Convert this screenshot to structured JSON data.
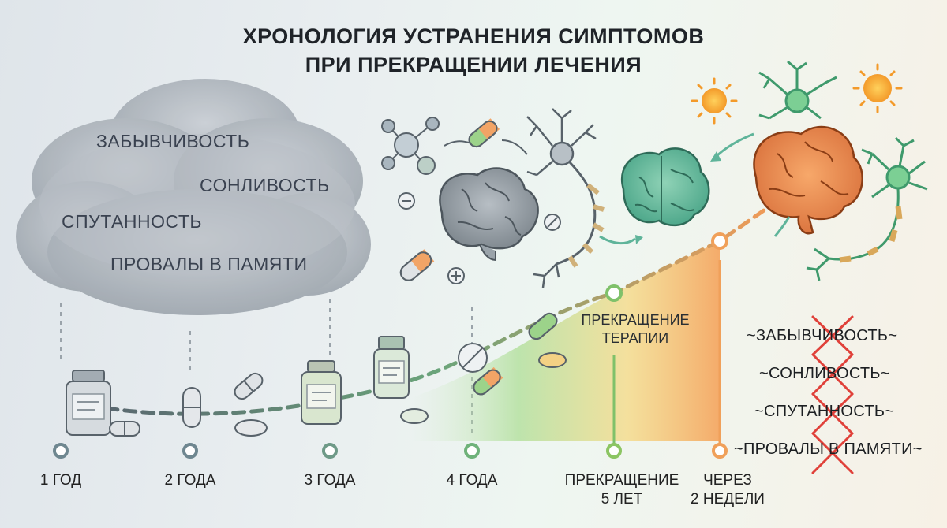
{
  "title": {
    "line1": "ХРОНОЛОГИЯ УСТРАНЕНИЯ СИМПТОМОВ",
    "line2": "ПРИ ПРЕКРАЩЕНИИ ЛЕЧЕНИЯ"
  },
  "cloud_symptoms": [
    "ЗАБЫВЧИВОСТЬ",
    "СОНЛИВОСТЬ",
    "СПУТАННОСТЬ",
    "ПРОВАЛЫ В ПАМЯТИ"
  ],
  "timeline": {
    "ticks": [
      {
        "line1": "1 ГОД",
        "line2": ""
      },
      {
        "line1": "2 ГОДА",
        "line2": ""
      },
      {
        "line1": "3 ГОДА",
        "line2": ""
      },
      {
        "line1": "4 ГОДА",
        "line2": ""
      },
      {
        "line1": "ПРЕКРАЩЕНИЕ",
        "line2": "5 ЛЕТ"
      },
      {
        "line1": "ЧЕРЕЗ",
        "line2": "2 НЕДЕЛИ"
      }
    ],
    "event": {
      "line1": "ПРЕКРАЩЕНИЕ",
      "line2": "ТЕРАПИИ"
    }
  },
  "resolved_symptoms": [
    "~ЗАБЫВЧИВОСТЬ~",
    "~СОНЛИВОСТЬ~",
    "~СПУТАННОСТЬ~",
    "~ПРОВАЛЫ В ПАМЯТИ~"
  ],
  "colors": {
    "timeline_gray": "#6f8790",
    "timeline_green": "#7cc46a",
    "timeline_orange": "#f0a05a",
    "cross_red": "#e0413a",
    "brain_green": "#5fb49a",
    "brain_orange": "#e9874a"
  }
}
